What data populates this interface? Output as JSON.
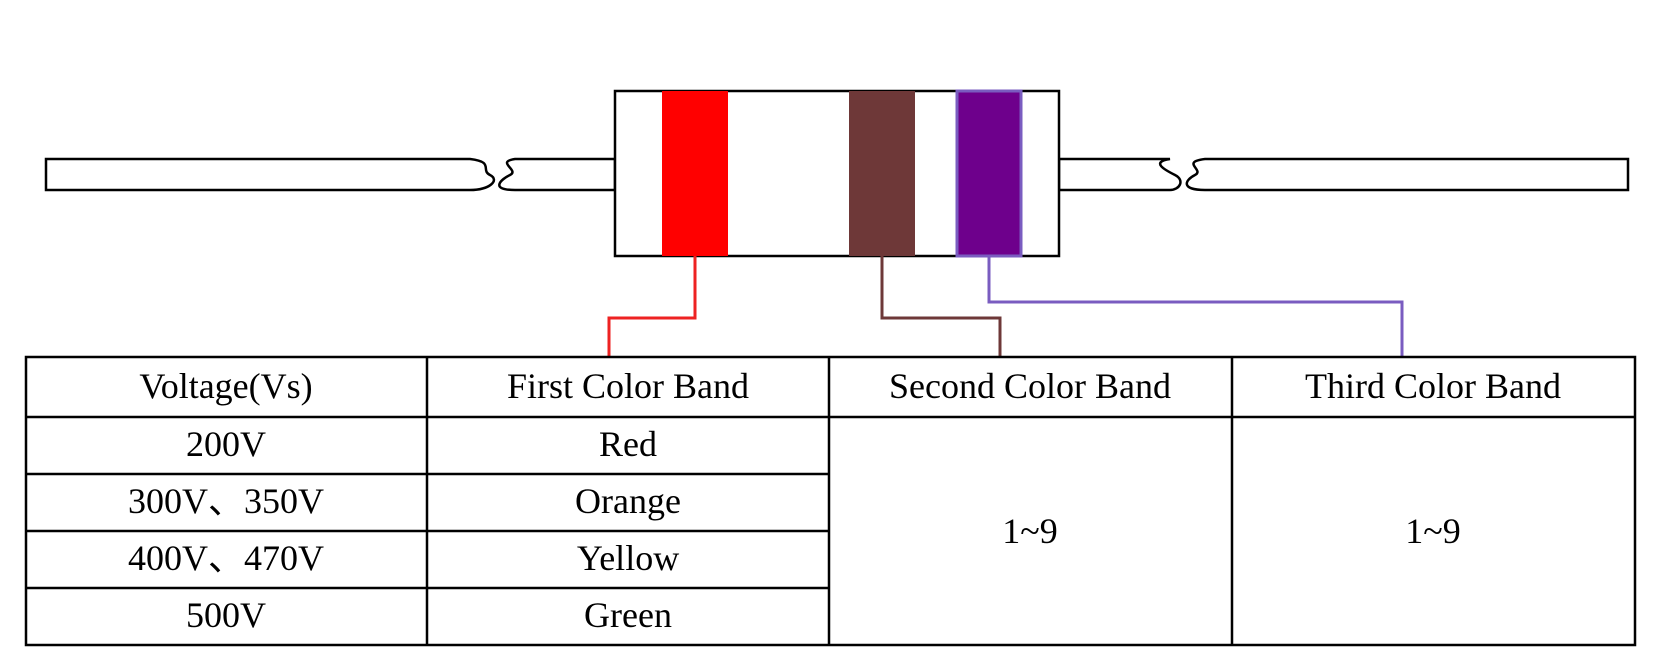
{
  "colors": {
    "band_red": "#ff0000",
    "band_brown": "#6e3838",
    "band_purple": "#6e008c",
    "line_red": "#ee2222",
    "line_brown": "#6e3838",
    "line_purple": "#7a5cc0",
    "outline": "#000000"
  },
  "table": {
    "headers": [
      "Voltage(Vs)",
      "First Color Band",
      "Second Color Band",
      "Third Color Band"
    ],
    "rows": [
      {
        "voltage": "200V",
        "first_band": "Red"
      },
      {
        "voltage": "300V、350V",
        "first_band": "Orange"
      },
      {
        "voltage": "400V、470V",
        "first_band": "Yellow"
      },
      {
        "voltage": "500V",
        "first_band": "Green"
      }
    ],
    "second_band_range": "1~9",
    "third_band_range": "1~9"
  }
}
